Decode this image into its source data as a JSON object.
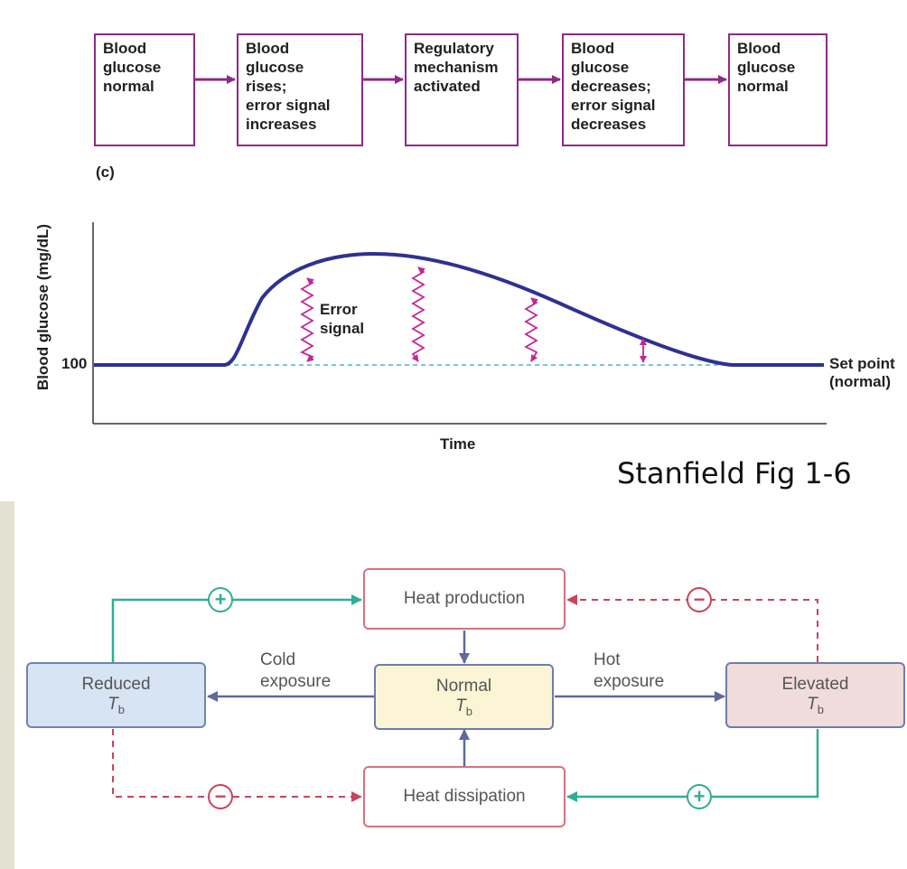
{
  "flow": {
    "boxes": [
      {
        "lines": [
          "Blood",
          "glucose",
          "normal"
        ]
      },
      {
        "lines": [
          "Blood",
          "glucose",
          "rises;",
          "error signal",
          "increases"
        ]
      },
      {
        "lines": [
          "Regulatory",
          "mechanism",
          "activated"
        ]
      },
      {
        "lines": [
          "Blood",
          "glucose",
          "decreases;",
          "error signal",
          "decreases"
        ]
      },
      {
        "lines": [
          "Blood",
          "glucose",
          "normal"
        ]
      }
    ],
    "panel_label": "(c)"
  },
  "graph": {
    "ylabel": "Blood glucose (mg/dL)",
    "xlabel": "Time",
    "tick_100": "100",
    "error_label_1": "Error",
    "error_label_2": "signal",
    "setpoint_1": "Set point",
    "setpoint_2": "(normal)"
  },
  "caption": "Stanfield Fig 1-6",
  "thermo": {
    "heat_production": "Heat production",
    "heat_dissipation": "Heat dissipation",
    "reduced": {
      "line1": "Reduced",
      "sym": "T",
      "sub": "b"
    },
    "normal": {
      "line1": "Normal",
      "sym": "T",
      "sub": "b"
    },
    "elevated": {
      "line1": "Elevated",
      "sym": "T",
      "sub": "b"
    },
    "cold_1": "Cold",
    "cold_2": "exposure",
    "hot_1": "Hot",
    "hot_2": "exposure",
    "plus": "+",
    "minus": "−"
  },
  "colors": {
    "purple": "#8e2a86",
    "navy": "#2e3192",
    "magenta": "#c0279c",
    "teal": "#2fae94",
    "red_dashed": "#c9445a",
    "slate": "#5d6a9e"
  }
}
